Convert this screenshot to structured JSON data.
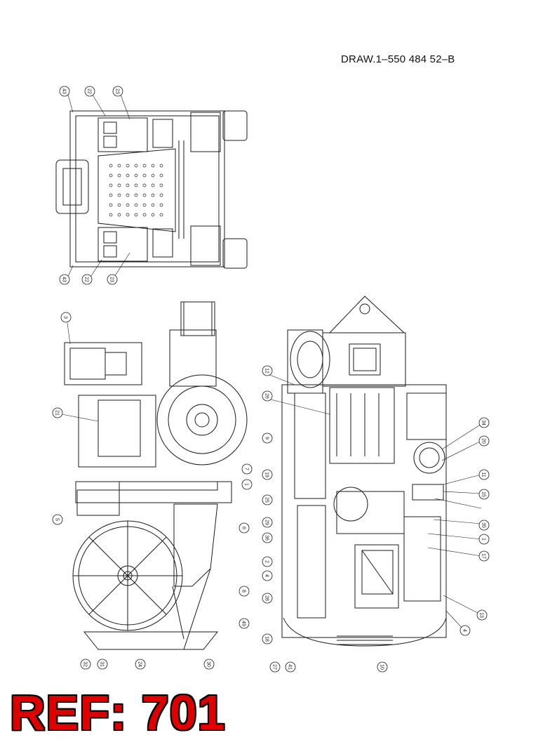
{
  "drawing_number": "DRAW.1–550 484 52–B",
  "ref_label": "REF: 701",
  "view_top": {
    "callouts": [
      "43",
      "22",
      "23",
      "43",
      "22",
      "23"
    ]
  },
  "view_side": {
    "callouts": [
      "3",
      "21",
      "7",
      "5",
      "6",
      "8",
      "49",
      "32",
      "31",
      "24",
      "30",
      "1"
    ]
  },
  "view_rear": {
    "callouts": [
      "12",
      "26",
      "9",
      "19",
      "25",
      "29",
      "36",
      "2",
      "4",
      "28",
      "18",
      "27",
      "41",
      "34",
      "20",
      "11",
      "15",
      "35",
      "1",
      "17",
      "13",
      "4",
      "10"
    ]
  },
  "colors": {
    "line": "#1a1a1a",
    "ref_fill": "#dd0000",
    "ref_outline": "#000000"
  }
}
